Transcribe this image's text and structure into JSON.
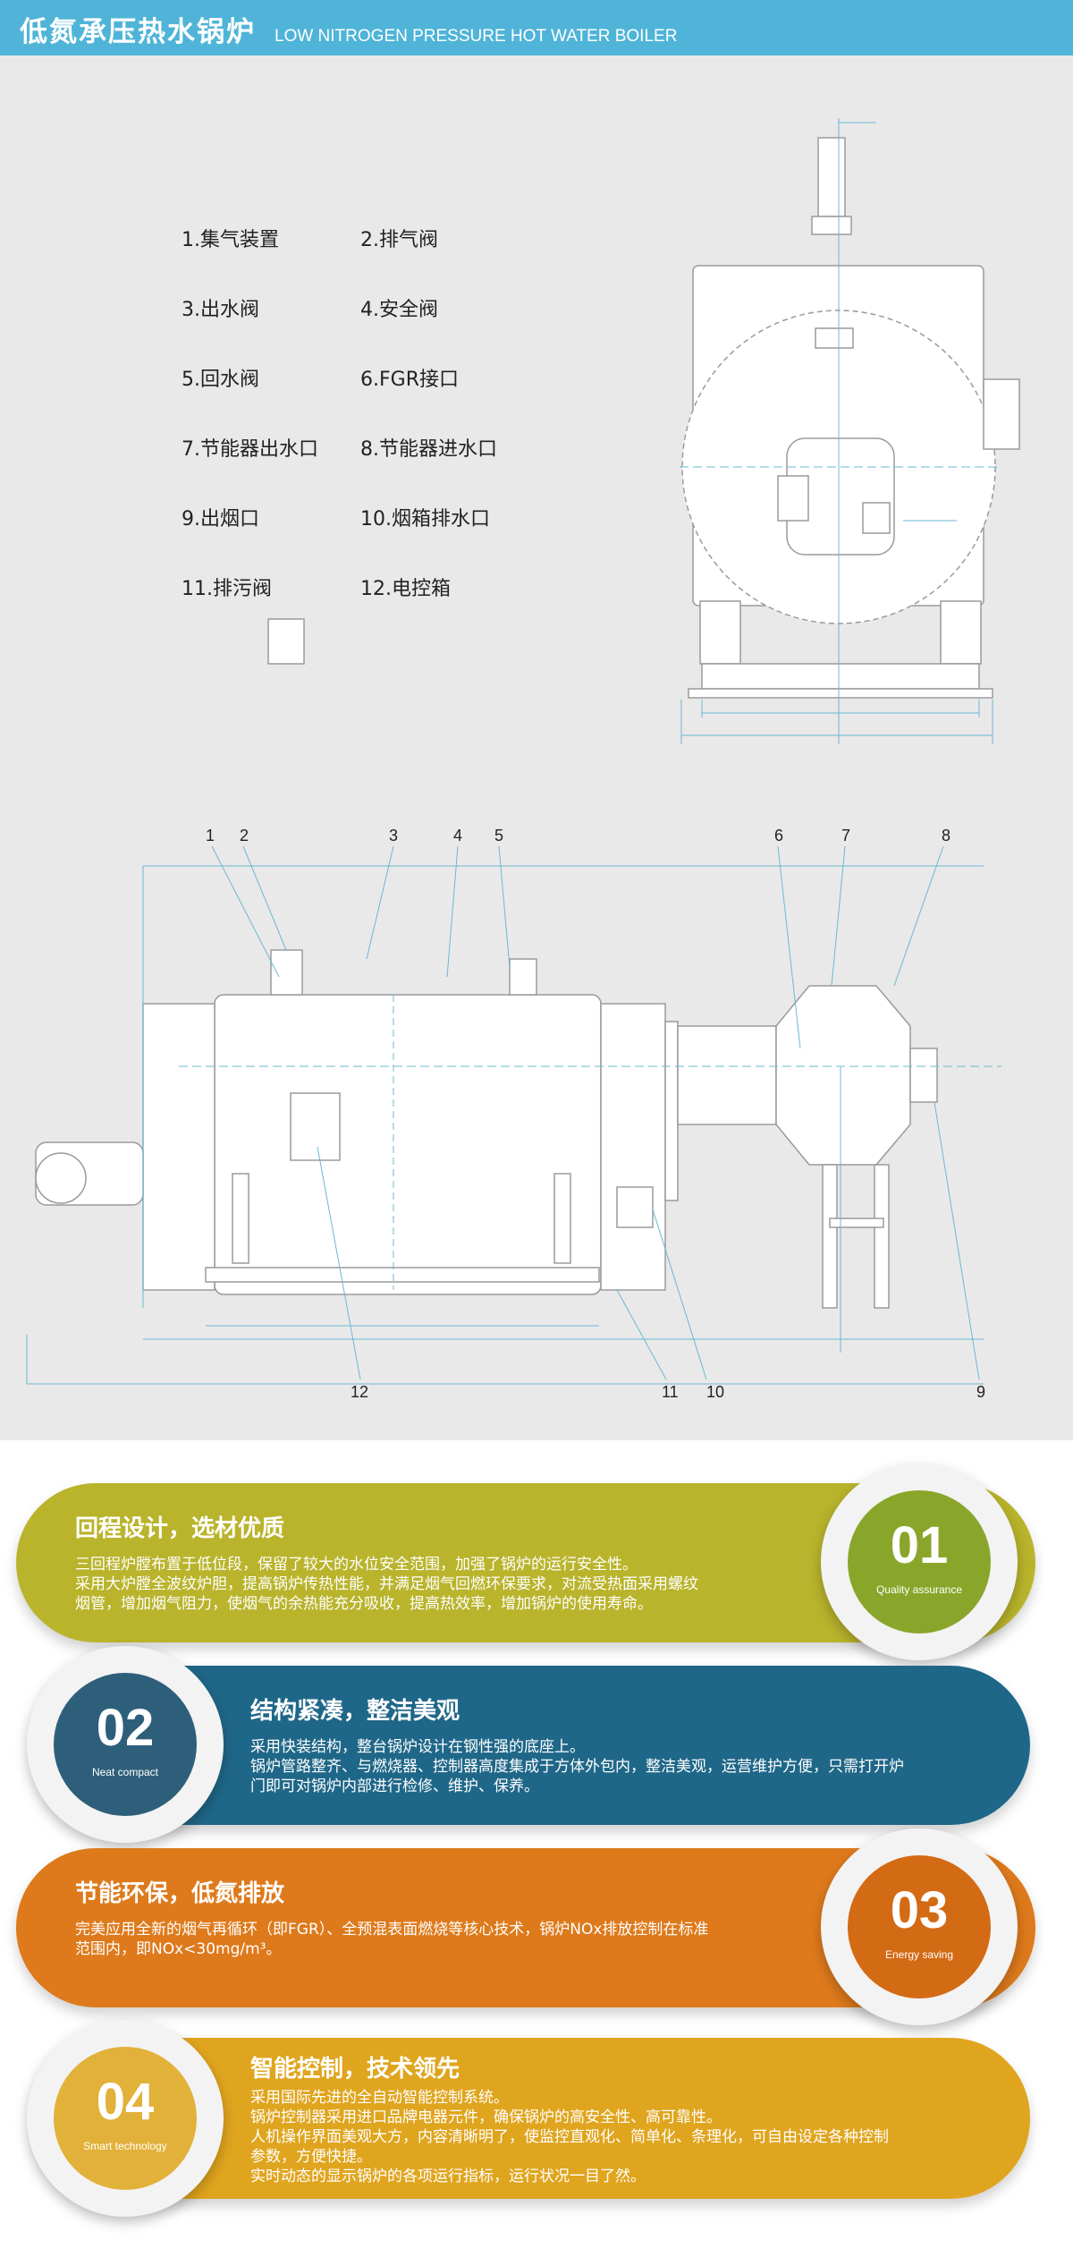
{
  "header": {
    "title_cn": "低氮承压热水锅炉",
    "title_en": "LOW NITROGEN PRESSURE HOT WATER BOILER"
  },
  "parts": [
    "1.集气装置",
    "2.排气阀",
    "3.出水阀",
    "4.安全阀",
    "5.回水阀",
    "6.FGR接口",
    "7.节能器出水口",
    "8.节能器进水口",
    "9.出烟口",
    "10.烟箱排水口",
    "11.排污阀",
    "12.电控箱"
  ],
  "callouts": [
    "1",
    "2",
    "3",
    "4",
    "5",
    "6",
    "7",
    "8",
    "12",
    "11",
    "10",
    "9"
  ],
  "features": [
    {
      "number": "01",
      "subtitle": "Quality assurance",
      "title": "回程设计，选材优质",
      "lines": [
        "三回程炉膛布置于低位段，保留了较大的水位安全范围，加强了锅炉的运行安全性。",
        "采用大炉膛全波纹炉胆，提高锅炉传热性能，并满足烟气回燃环保要求，对流受热面采用螺纹",
        "烟管，增加烟气阻力，使烟气的余热能充分吸收，提高热效率，增加锅炉的使用寿命。"
      ],
      "color": "#b9b42c"
    },
    {
      "number": "02",
      "subtitle": "Neat compact",
      "title": "结构紧凑，整洁美观",
      "lines": [
        "采用快装结构，整台锅炉设计在钢性强的底座上。",
        "锅炉管路整齐、与燃烧器、控制器高度集成于方体外包内，整洁美观，运营维护方便，只需打开炉",
        "门即可对锅炉内部进行检修、维护、保养。"
      ],
      "color": "#1f6788"
    },
    {
      "number": "03",
      "subtitle": "Energy saving",
      "title": "节能环保，低氮排放",
      "lines": [
        "完美应用全新的烟气再循环（即FGR）、全预混表面燃烧等核心技术，锅炉NOx排放控制在标准",
        "范围内，即NOx<30mg/m³。"
      ],
      "color": "#de7a1c"
    },
    {
      "number": "04",
      "subtitle": "Smart technology",
      "title": "智能控制，技术领先",
      "lines": [
        "采用国际先进的全自动智能控制系统。",
        "锅炉控制器采用进口品牌电器元件，确保锅炉的高安全性、高可靠性。",
        "人机操作界面美观大方，内容清晰明了，使监控直观化、简单化、条理化，可自由设定各种控制",
        "参数，方便快捷。",
        "实时动态的显示锅炉的各项运行指标，运行状况一目了然。"
      ],
      "color": "#e0a51e"
    }
  ]
}
